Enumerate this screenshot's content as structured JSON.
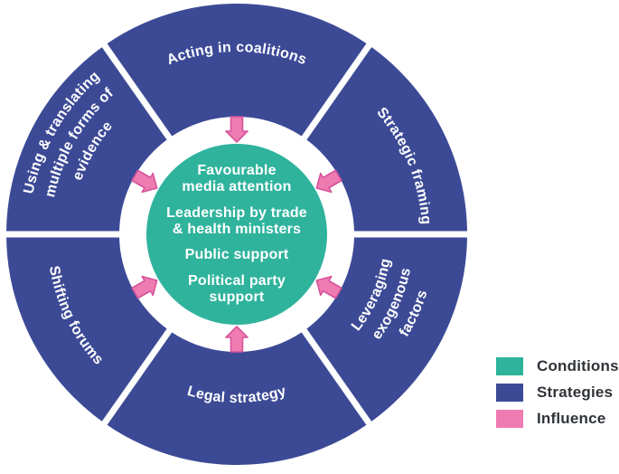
{
  "colors": {
    "conditions": "#2fb39d",
    "strategies": "#3c4a96",
    "influence": "#ee7cb1",
    "influence_border": "#d6539b",
    "segment_label_text": "#ffffff",
    "legend_text": "#2f3338",
    "divider": "#ffffff"
  },
  "center": {
    "items": [
      "Favourable\nmedia attention",
      "Leadership by trade\n& health ministers",
      "Public support",
      "Political party\nsupport"
    ]
  },
  "segments": [
    {
      "id": "acting-in-coalitions",
      "lines": [
        "Acting in coalitions"
      ]
    },
    {
      "id": "strategic-framing",
      "lines": [
        "Strategic framing"
      ]
    },
    {
      "id": "leveraging-exogenous-factors",
      "lines": [
        "Leveraging",
        "exogenous",
        "factors"
      ]
    },
    {
      "id": "legal-strategy",
      "lines": [
        "Legal strategy"
      ]
    },
    {
      "id": "shifting-forums",
      "lines": [
        "Shifting forums"
      ]
    },
    {
      "id": "using-translating-evidence",
      "lines": [
        "Using & translating",
        "multiple forms of",
        "evidence"
      ]
    }
  ],
  "legend": [
    {
      "label": "Conditions",
      "color": "#2fb39d"
    },
    {
      "label": "Strategies",
      "color": "#3c4a96"
    },
    {
      "label": "Influence",
      "color": "#ee7cb1"
    }
  ]
}
